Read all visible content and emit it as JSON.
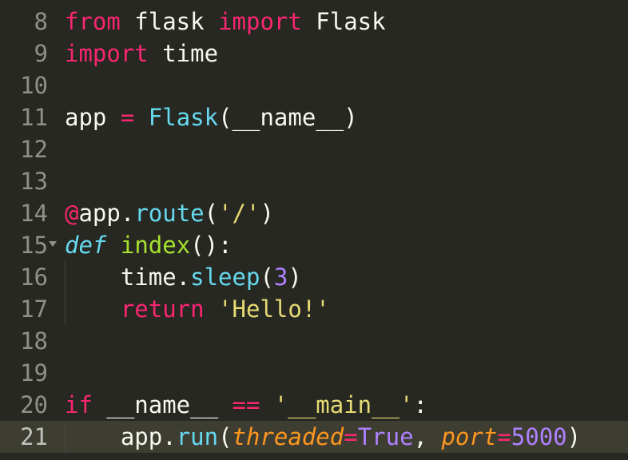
{
  "editor": {
    "lines": [
      {
        "number": "8",
        "tokens": [
          {
            "text": "from",
            "c": "k"
          },
          {
            "text": " flask ",
            "c": "t"
          },
          {
            "text": "import",
            "c": "k"
          },
          {
            "text": " Flask",
            "c": "t"
          }
        ]
      },
      {
        "number": "9",
        "tokens": [
          {
            "text": "import",
            "c": "k"
          },
          {
            "text": " time",
            "c": "t"
          }
        ]
      },
      {
        "number": "10",
        "tokens": []
      },
      {
        "number": "11",
        "tokens": [
          {
            "text": "app ",
            "c": "t"
          },
          {
            "text": "=",
            "c": "k"
          },
          {
            "text": " ",
            "c": "t"
          },
          {
            "text": "Flask",
            "c": "f"
          },
          {
            "text": "(__name__)",
            "c": "t"
          }
        ]
      },
      {
        "number": "12",
        "tokens": []
      },
      {
        "number": "13",
        "tokens": []
      },
      {
        "number": "14",
        "tokens": [
          {
            "text": "@",
            "c": "k"
          },
          {
            "text": "app.",
            "c": "t"
          },
          {
            "text": "route",
            "c": "f"
          },
          {
            "text": "(",
            "c": "t"
          },
          {
            "text": "'/'",
            "c": "s"
          },
          {
            "text": ")",
            "c": "t"
          }
        ]
      },
      {
        "number": "15",
        "fold": true,
        "tokens": [
          {
            "text": "def",
            "c": "d"
          },
          {
            "text": " ",
            "c": "t"
          },
          {
            "text": "index",
            "c": "g"
          },
          {
            "text": "():",
            "c": "t"
          }
        ]
      },
      {
        "number": "16",
        "tokens": [
          {
            "text": "    time.",
            "c": "t"
          },
          {
            "text": "sleep",
            "c": "f"
          },
          {
            "text": "(",
            "c": "t"
          },
          {
            "text": "3",
            "c": "n"
          },
          {
            "text": ")",
            "c": "t"
          }
        ]
      },
      {
        "number": "17",
        "tokens": [
          {
            "text": "    ",
            "c": "t"
          },
          {
            "text": "return",
            "c": "k"
          },
          {
            "text": " ",
            "c": "t"
          },
          {
            "text": "'Hello!'",
            "c": "s"
          }
        ]
      },
      {
        "number": "18",
        "tokens": []
      },
      {
        "number": "19",
        "tokens": []
      },
      {
        "number": "20",
        "tokens": [
          {
            "text": "if",
            "c": "k"
          },
          {
            "text": " __name__ ",
            "c": "t"
          },
          {
            "text": "==",
            "c": "k"
          },
          {
            "text": " ",
            "c": "t"
          },
          {
            "text": "'__main__'",
            "c": "s"
          },
          {
            "text": ":",
            "c": "t"
          }
        ]
      },
      {
        "number": "21",
        "active": true,
        "tokens": [
          {
            "text": "    app.",
            "c": "t"
          },
          {
            "text": "run",
            "c": "f"
          },
          {
            "text": "(",
            "c": "t"
          },
          {
            "text": "threaded",
            "c": "p"
          },
          {
            "text": "=",
            "c": "k"
          },
          {
            "text": "True",
            "c": "n"
          },
          {
            "text": ", ",
            "c": "t"
          },
          {
            "text": "port",
            "c": "p"
          },
          {
            "text": "=",
            "c": "k"
          },
          {
            "text": "5000",
            "c": "n"
          },
          {
            "text": ")",
            "c": "t"
          }
        ]
      }
    ],
    "colors": {
      "background": "#272822",
      "active_line": "#3e3d32",
      "gutter": "#8f908a",
      "keyword": "#f92672",
      "function": "#66d9ef",
      "def_name": "#a6e22e",
      "string": "#e6db74",
      "number": "#ae81ff",
      "parameter": "#fd971f",
      "text": "#f8f8f2"
    }
  }
}
